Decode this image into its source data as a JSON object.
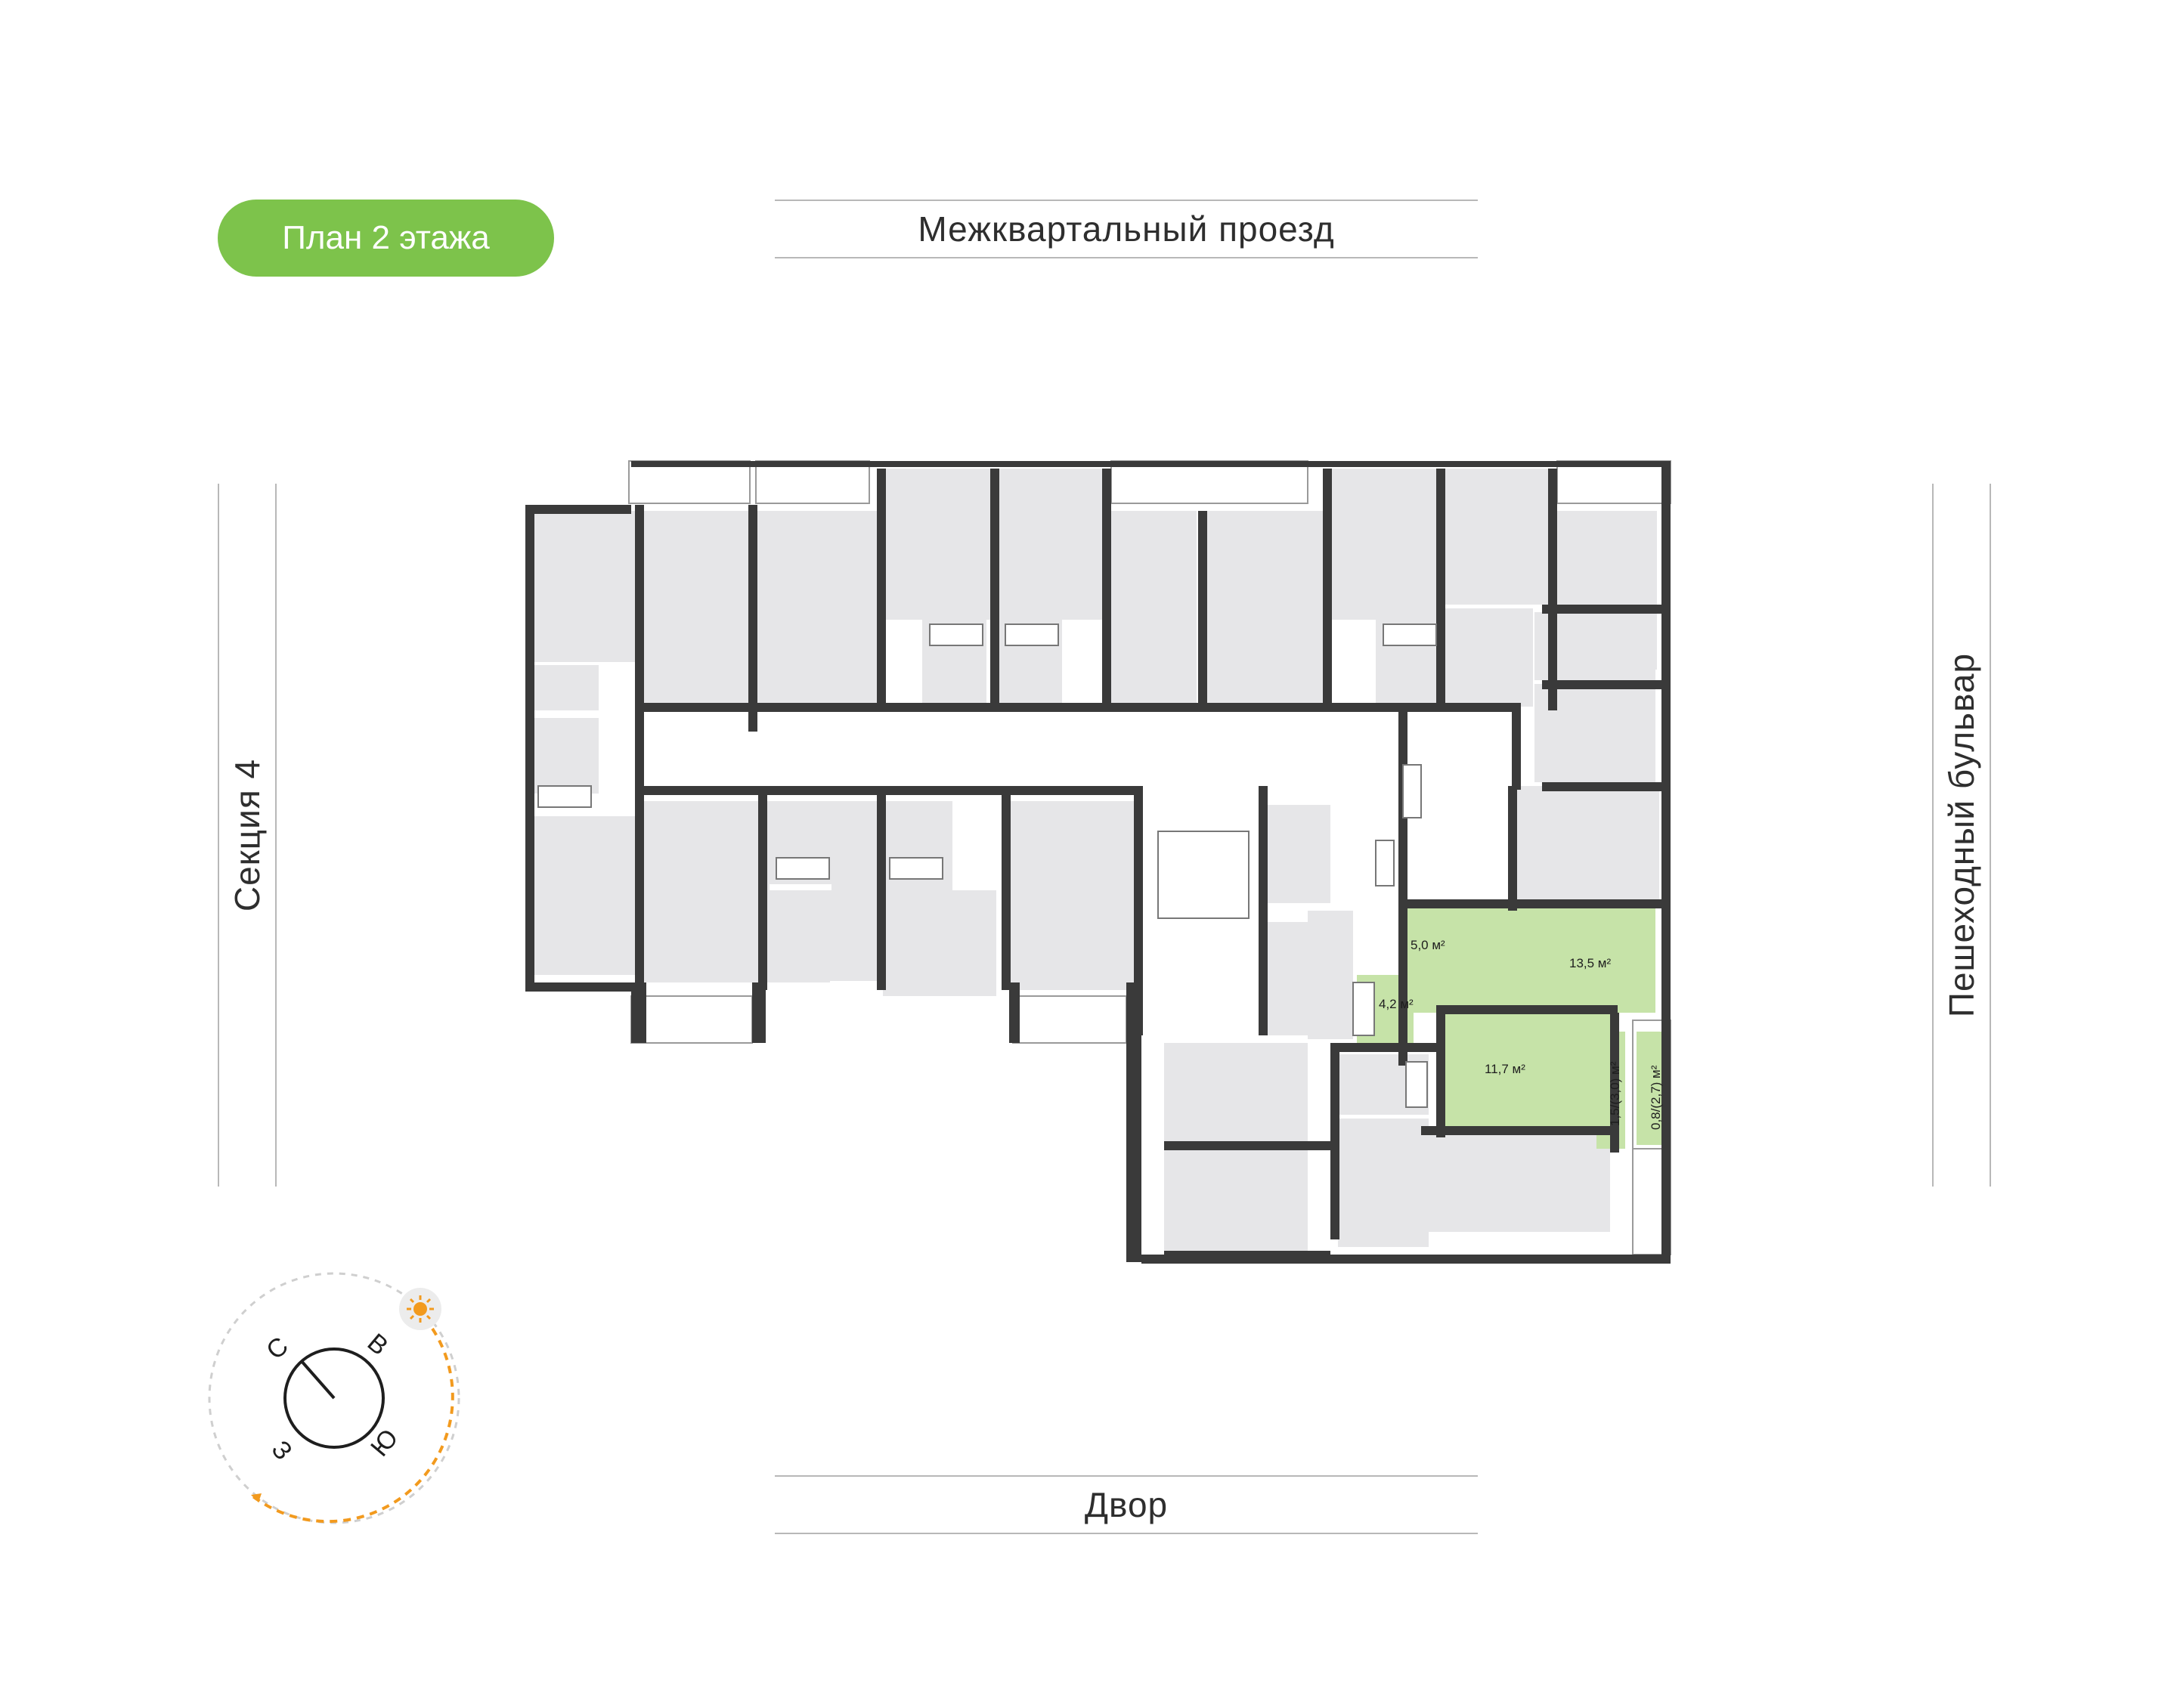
{
  "title": "План 2 этажа",
  "colors": {
    "accent": "#7DC34B",
    "apartment_fill": "#C6E3A8",
    "room_fill": "#E6E6E8",
    "wall": "#3A3A3A",
    "sun": "#F29A1E"
  },
  "streets": {
    "top": "Межквартальный проезд",
    "bottom": "Двор",
    "left": "Секция 4",
    "right": "Пешеходный бульвар"
  },
  "highlighted_apartment": {
    "rooms": [
      {
        "label": "5,0 м²"
      },
      {
        "label": "13,5 м²"
      },
      {
        "label": "4,2 м²"
      },
      {
        "label": "11,7 м²"
      },
      {
        "label": "1,5/(3,0) м²"
      },
      {
        "label": "0,8/(2,7) м²"
      }
    ]
  },
  "compass": {
    "north": "С",
    "east": "В",
    "south": "Ю",
    "west": "З",
    "icon": "sun-icon"
  }
}
